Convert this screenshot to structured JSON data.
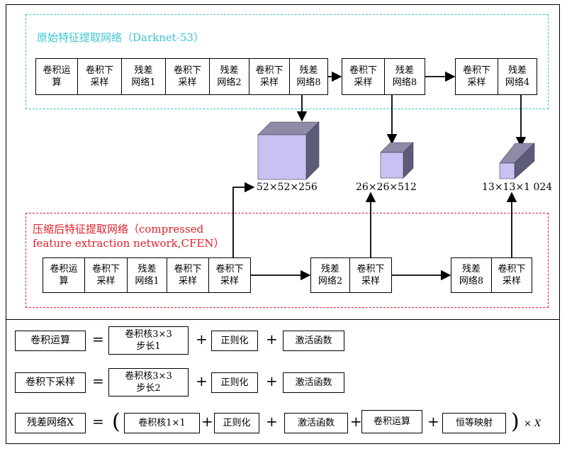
{
  "backbone": {
    "title": "原始特征提取网络（Darknet-53）",
    "row": [
      "卷积运\n算",
      "卷积下\n采样",
      "残差\n网络1",
      "卷积下\n采样",
      "残差\n网络2",
      "卷积下\n采样",
      "残差\n网络8"
    ],
    "group2": [
      "卷积下\n采样",
      "残差\n网络8"
    ],
    "group3": [
      "卷积下\n采样",
      "残差\n网络4"
    ]
  },
  "outputs": [
    "52×52×256",
    "26×26×512",
    "13×13×1 024"
  ],
  "cfen": {
    "title_line1": "压缩后特征提取网络（compressed",
    "title_line2": "feature extraction network,CFEN）",
    "row": [
      "卷积运\n算",
      "卷积下\n采样",
      "残差\n网络1",
      "卷积下\n采样",
      "卷积下\n采样"
    ],
    "group2": [
      "残差\n网络2",
      "卷积下\n采样"
    ],
    "group3": [
      "残差\n网络8",
      "卷积下\n采样"
    ]
  },
  "legend": {
    "conv": {
      "term": "卷积运算",
      "eq": "=",
      "kernel": "卷积核3×3\n步长1",
      "plus1": "+",
      "norm": "正则化",
      "plus2": "+",
      "act": "激活函数"
    },
    "down": {
      "term": "卷积下采样",
      "eq": "=",
      "kernel": "卷积核3×3\n步长2",
      "plus1": "+",
      "norm": "正则化",
      "plus2": "+",
      "act": "激活函数"
    },
    "res": {
      "term": "残差网络X",
      "eq": "=",
      "lparen": "(",
      "k1": "卷积核1×1",
      "plus1": "+",
      "norm": "正则化",
      "plus2": "+",
      "act": "激活函数",
      "plus3": "+",
      "conv": "卷积运算",
      "plus4": "+",
      "identity": "恒等映射",
      "rparen": ")",
      "times": "× X"
    }
  },
  "colors": {
    "cube_front": "#cbc0f2",
    "cube_top": "#8e8aa8",
    "cube_side": "#5d5c78",
    "cyan": "#3cc4d0",
    "red": "#e0202a"
  }
}
